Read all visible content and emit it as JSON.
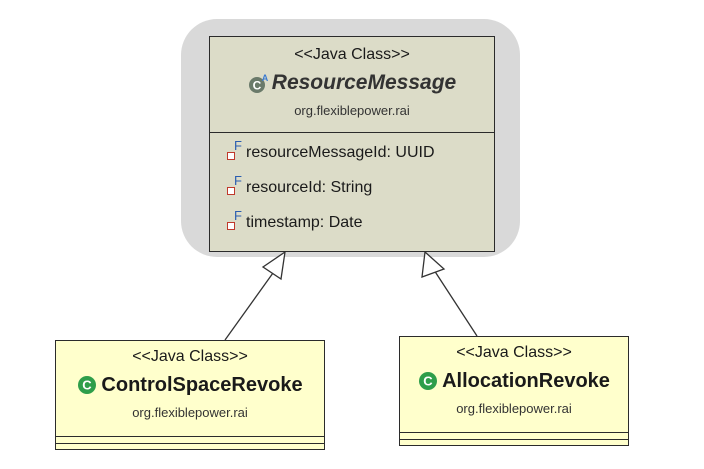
{
  "superclass": {
    "stereotype": "<<Java Class>>",
    "name": "ResourceMessage",
    "package": "org.flexiblepower.rai",
    "icon": "abstract-class-icon",
    "attributes": [
      {
        "text": "resourceMessageId: UUID",
        "icon": "final-field-icon"
      },
      {
        "text": "resourceId: String",
        "icon": "final-field-icon"
      },
      {
        "text": "timestamp: Date",
        "icon": "final-field-icon"
      }
    ]
  },
  "subclasses": [
    {
      "stereotype": "<<Java Class>>",
      "name": "ControlSpaceRevoke",
      "package": "org.flexiblepower.rai",
      "icon": "class-icon"
    },
    {
      "stereotype": "<<Java Class>>",
      "name": "AllocationRevoke",
      "package": "org.flexiblepower.rai",
      "icon": "class-icon"
    }
  ],
  "relations": [
    {
      "type": "generalization",
      "from": "ControlSpaceRevoke",
      "to": "ResourceMessage"
    },
    {
      "type": "generalization",
      "from": "AllocationRevoke",
      "to": "ResourceMessage"
    }
  ],
  "colors": {
    "superclass_fill": "#dcdcc8",
    "subclass_fill": "#ffffcc",
    "selection_halo": "#d9d9d9",
    "class_icon": "#2e9e4a"
  }
}
